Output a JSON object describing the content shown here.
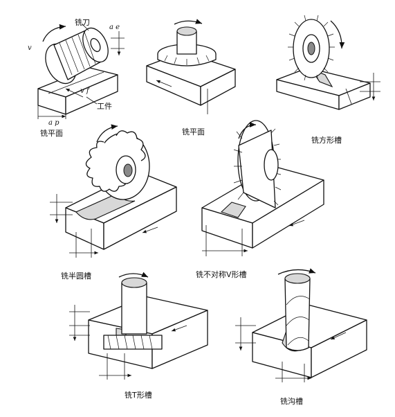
{
  "panels": [
    {
      "caption": "铣平面",
      "labels": {
        "cutter": "铣刀",
        "workpiece": "工件"
      },
      "symbols": {
        "v": "v",
        "vf": "v f",
        "ae": "a e",
        "ap": "a p"
      }
    },
    {
      "caption": "铣平面"
    },
    {
      "caption": "铣方形槽"
    },
    {
      "caption": "铣半圆槽"
    },
    {
      "caption": "铣不对称V形槽"
    },
    {
      "caption": "铣T形槽"
    },
    {
      "caption": "铣沟槽"
    }
  ]
}
